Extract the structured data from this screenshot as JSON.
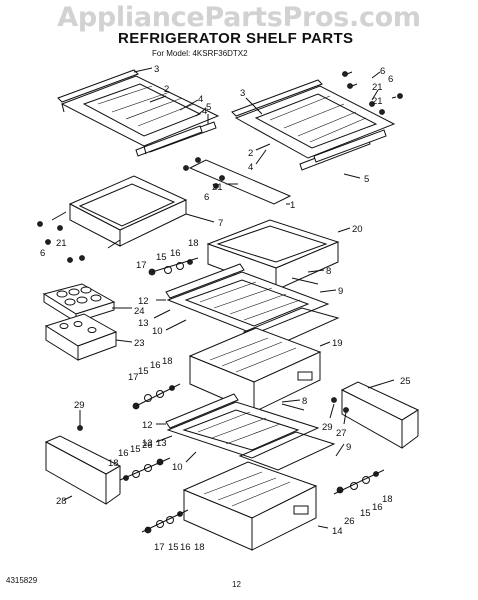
{
  "watermark": "AppliancePartsPros.com",
  "title": "REFRIGERATOR SHELF PARTS",
  "model_line": "For Model: 4KSRF36DTX2",
  "footer": {
    "doc_number": "4315829",
    "page": "12"
  },
  "callouts": {
    "c1": "3",
    "c2": "2",
    "c3": "4",
    "c4": "4",
    "c5": "5",
    "c6": "3",
    "c7": "6",
    "c8": "6",
    "c9": "21",
    "c10": "21",
    "c11": "2",
    "c12": "4",
    "c13": "21",
    "c14": "6",
    "c15": "5",
    "c16": "1",
    "c17": "7",
    "c18": "21",
    "c19": "6",
    "c20": "20",
    "c21": "18",
    "c22": "17",
    "c23": "15",
    "c24": "16",
    "c25": "8",
    "c26": "12",
    "c27": "24",
    "c28": "13",
    "c29": "9",
    "c30": "10",
    "c31": "23",
    "c32": "19",
    "c33": "17",
    "c34": "15",
    "c35": "16",
    "c36": "18",
    "c37": "29",
    "c38": "8",
    "c39": "25",
    "c40": "12",
    "c41": "13",
    "c42": "29",
    "c43": "27",
    "c44": "9",
    "c45": "10",
    "c46": "18",
    "c47": "16",
    "c48": "15",
    "c49": "26",
    "c50": "13",
    "c51": "28",
    "c52": "18",
    "c53": "16",
    "c54": "15",
    "c55": "26",
    "c56": "14",
    "c57": "17",
    "c58": "15",
    "c59": "16",
    "c60": "18"
  }
}
